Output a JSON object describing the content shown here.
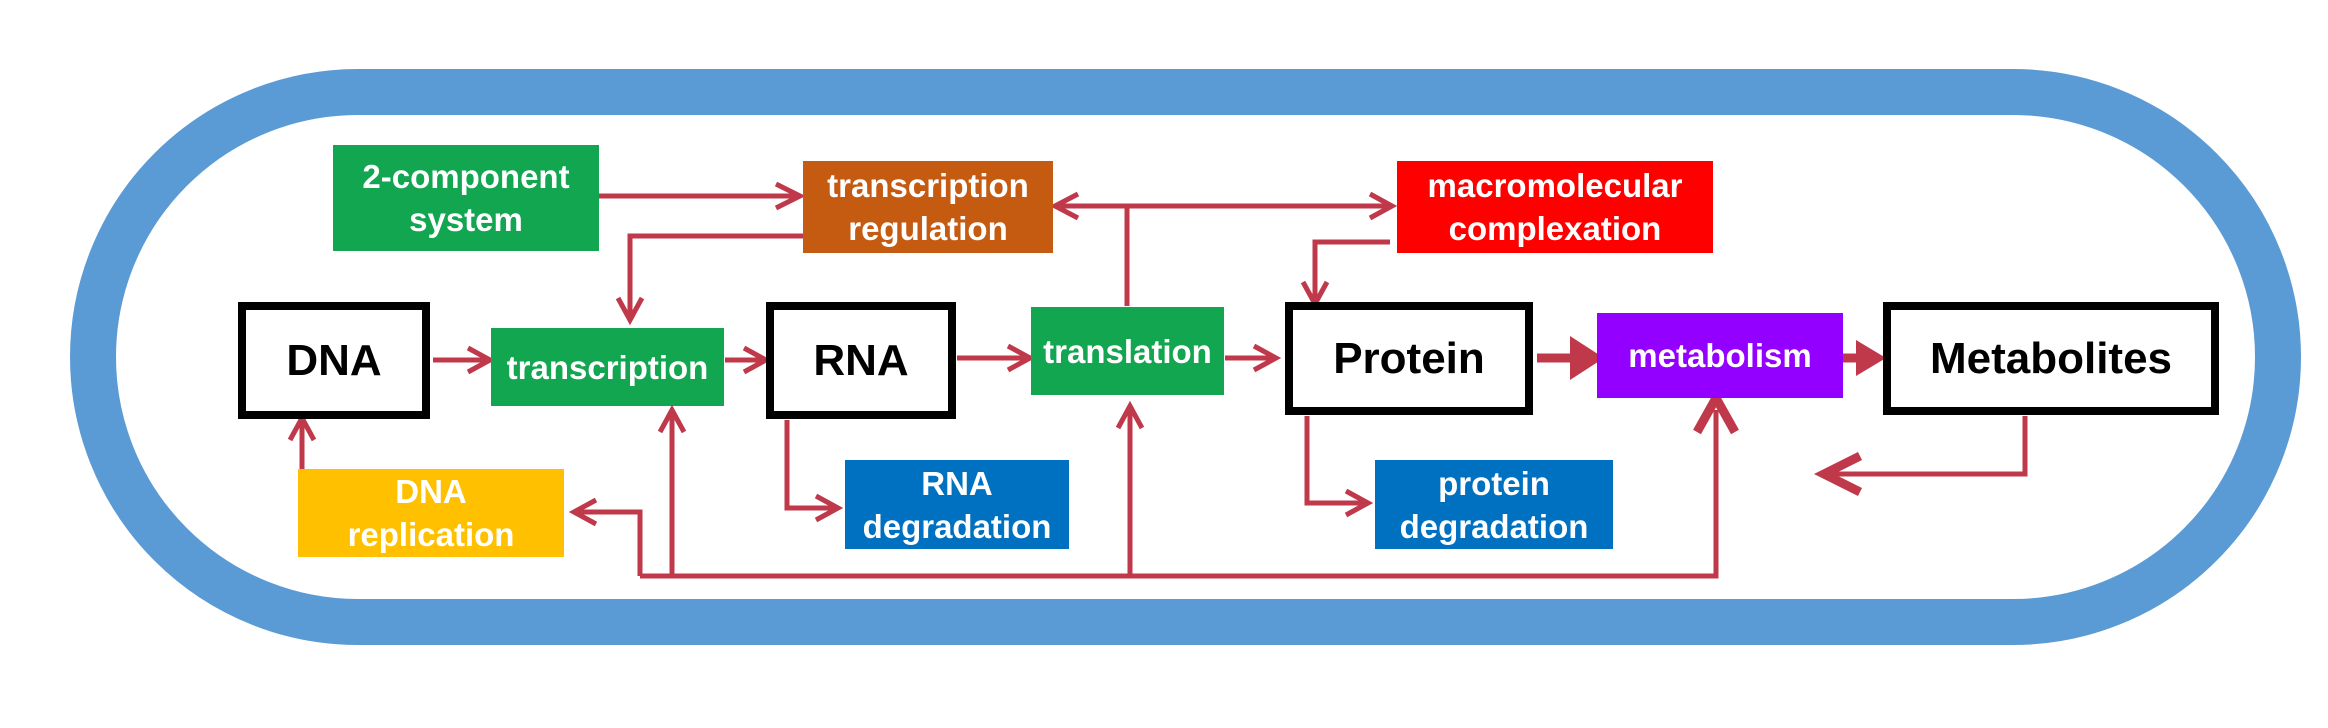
{
  "colors": {
    "cell_wall": "#5b9bd5",
    "arrow": "#c0394b",
    "green": "#12a650",
    "orange": "#c55a11",
    "red": "#ff0000",
    "blue": "#0070c0",
    "purple": "#9400ff",
    "yellow": "#ffc000",
    "entity_border": "#000000"
  },
  "entities": {
    "dna": "DNA",
    "rna": "RNA",
    "protein": "Protein",
    "metabolites": "Metabolites"
  },
  "processes": {
    "two_component": "2-component\nsystem",
    "transcription_regulation": "transcription\nregulation",
    "macromolecular_complexation": "macromolecular\ncomplexation",
    "transcription": "transcription",
    "translation": "translation",
    "metabolism": "metabolism",
    "rna_degradation": "RNA\ndegradation",
    "protein_degradation": "protein\ndegradation",
    "dna_replication": "DNA\nreplication"
  }
}
